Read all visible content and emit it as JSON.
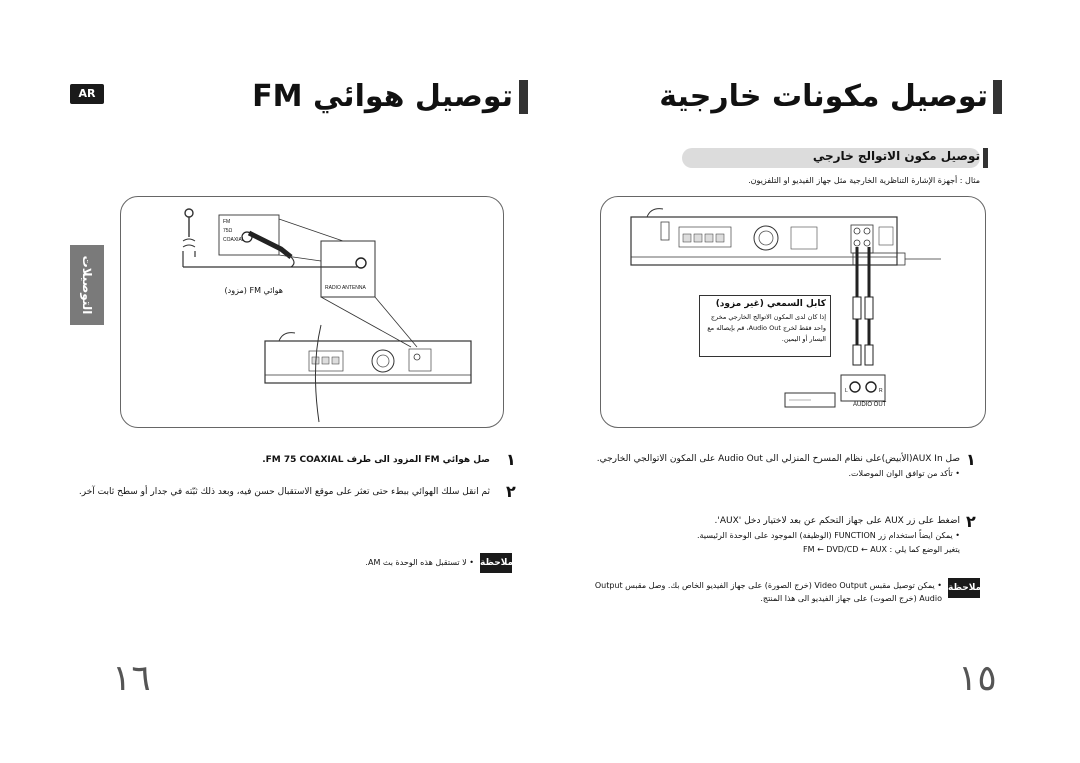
{
  "header": {
    "left_badge": "AR",
    "left_title": "توصيل هوائي FM",
    "right_title": "توصيل مكونات خارجية",
    "side_tab": "التوصيلات"
  },
  "right_page": {
    "subheading": "توصيل مكون الاتوالج خارجي",
    "intro": "مثال : أجهزة الإشارة التناظرية الخارجية مثل جهاز الفيديو او التلفزيون.",
    "callout": {
      "title": "كابل السمعي (غير مزود)",
      "lines": [
        "إذا كان لدى المكون الاتوالج الخارجي مخرج",
        "واحد فقط لخرج Audio Out، قم بإيصاله مع",
        "اليسار أو اليمين."
      ]
    },
    "device_labels": {
      "audio_out": "AUDIO OUT",
      "l": "L",
      "r": "R"
    },
    "step1": {
      "num": "١",
      "text": "صل  AUX In(الأبيض)على نظام المسرح المنزلي الى Audio Out على المكون الاتوالجي الخارجي.",
      "sub": "• تأكد من توافق الوان الموصلات."
    },
    "step2": {
      "num": "٢",
      "text": "اضغط على زر AUX على جهاز التحكم عن بعد لاختيار دخل 'AUX'.",
      "sub1": "• يمكن ايضاً استخدام زر FUNCTION (الوظيفة) الموجود على الوحدة الرئيسية.",
      "sub2": "يتغير الوضع كما يلي :  FM ← DVD/CD ← AUX"
    },
    "note": {
      "badge": "ملاحظة",
      "line1": "• يمكن توصيل مقبس Video Output (خرج الصورة) على جهاز الفيديو الخاص بك. وصل مقبس Output",
      "line2": "Audio (خرج الصوت) على جهاز الفيديو الى هذا المنتج."
    },
    "page_number": "١٥"
  },
  "left_page": {
    "fm_labels": {
      "fm": "FM",
      "ohm": "75Ω",
      "coaxial": "COAXIAL",
      "radio_antenna": "RADIO ANTENNA"
    },
    "antenna_caption": "هوائي FM (مزود)",
    "step1": {
      "num": "١",
      "text": "صل هوائي FM المزود الى طرف FM 75 COAXIAL."
    },
    "step2": {
      "num": "٢",
      "text": "ثم انقل سلك الهوائي ببطء حتى تعثر على موقع الاستقبال حسن فيه، وبعد ذلك ثبّته في جدار أو سطح ثابت آخر."
    },
    "note": {
      "badge": "ملاحظة",
      "line1": "• لا تستقبل هذه الوحدة بث AM."
    },
    "page_number": "١٦"
  }
}
